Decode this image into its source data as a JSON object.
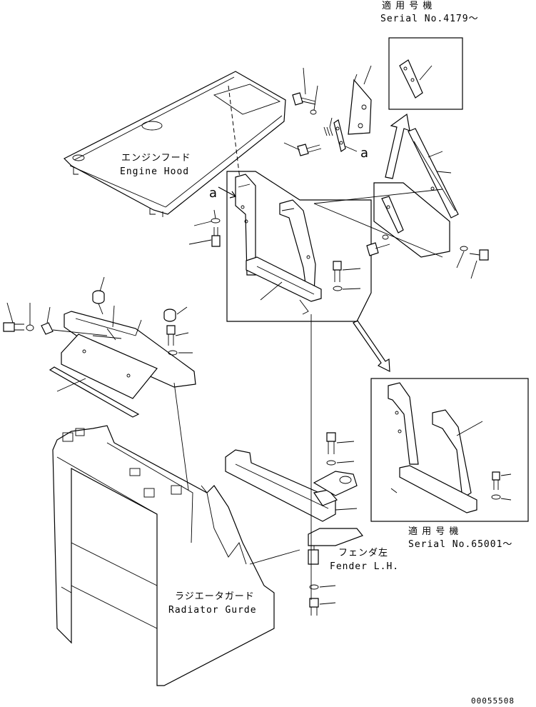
{
  "labels": {
    "serial_top_jp": "適 用 号 機",
    "serial_top_en": "Serial No.4179～",
    "serial_bottom_jp": "適 用 号 機",
    "serial_bottom_en": "Serial No.65001～",
    "engine_hood_jp": "エンジンフード",
    "engine_hood_en": "Engine Hood",
    "radiator_jp": "ラジエータガード",
    "radiator_en": "Radiator Gurde",
    "fender_jp": "フェンダ左",
    "fender_en": "Fender L.H.",
    "marker_a_1": "a",
    "marker_a_2": "a",
    "part_number": "00055508"
  }
}
